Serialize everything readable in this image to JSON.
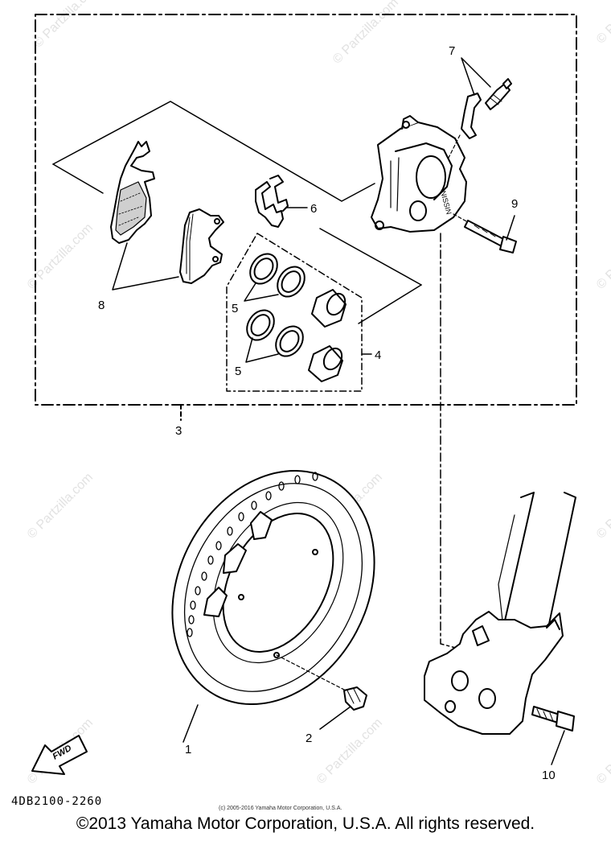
{
  "callouts": {
    "c1": "1",
    "c2": "2",
    "c3": "3",
    "c4": "4",
    "c5a": "5",
    "c5b": "5",
    "c6": "6",
    "c7": "7",
    "c8": "8",
    "c9": "9",
    "c10": "10"
  },
  "fwd_label": "FWD",
  "caliper_brand": "NISSIN",
  "part_code": "4DB2100-2260",
  "small_copyright": "(c) 2005-2016 Yamaha Motor Corporation, U.S.A.",
  "watermark": "© Partzilla.com",
  "footer_copyright": "©2013 Yamaha Motor Corporation, U.S.A. All rights reserved."
}
